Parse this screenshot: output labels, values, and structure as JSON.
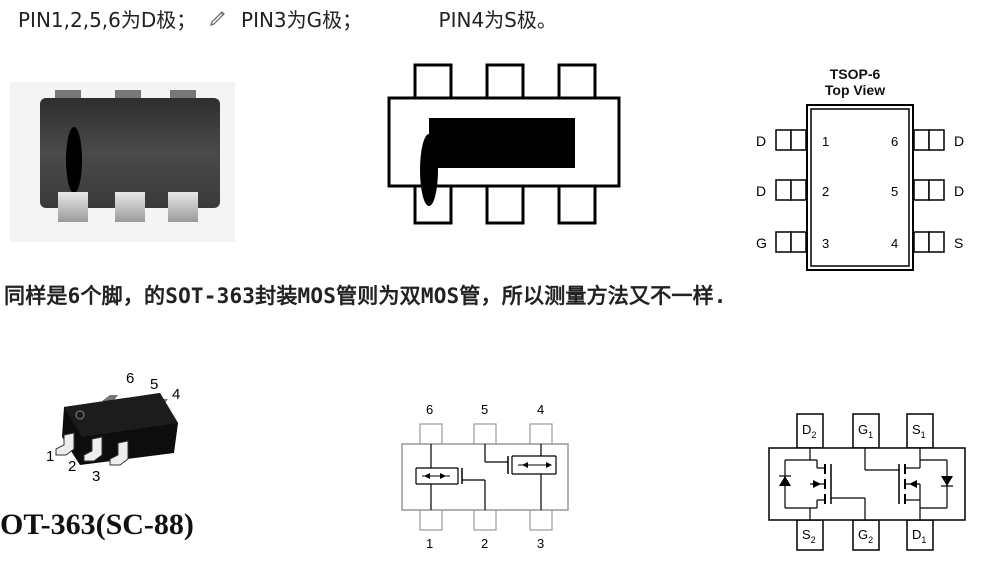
{
  "header": {
    "part1": "PIN1,2,5,6为D极；",
    "part2": "PIN3为G极；",
    "part3": "PIN4为S极。"
  },
  "sentence": "同样是6个脚，的SOT-363封装MOS管则为双MOS管，所以测量方法又不一样.",
  "tsop6": {
    "title_line1": "TSOP-6",
    "title_line2": "Top View",
    "left_pins": [
      {
        "label": "D",
        "num": "1"
      },
      {
        "label": "D",
        "num": "2"
      },
      {
        "label": "G",
        "num": "3"
      }
    ],
    "right_pins": [
      {
        "label": "D",
        "num": "6"
      },
      {
        "label": "D",
        "num": "5"
      },
      {
        "label": "S",
        "num": "4"
      }
    ]
  },
  "sot363_photo": {
    "top_numbers": [
      "6",
      "5",
      "4"
    ],
    "bottom_numbers": [
      "1",
      "2",
      "3"
    ],
    "package_name": "OT-363(SC-88)"
  },
  "dual_mos_schematic": {
    "top_numbers": [
      "6",
      "5",
      "4"
    ],
    "bottom_numbers": [
      "1",
      "2",
      "3"
    ]
  },
  "dual_mos_pins": {
    "top": [
      {
        "main": "D",
        "sub": "2"
      },
      {
        "main": "G",
        "sub": "1"
      },
      {
        "main": "S",
        "sub": "1"
      }
    ],
    "bottom": [
      {
        "main": "S",
        "sub": "2"
      },
      {
        "main": "G",
        "sub": "2"
      },
      {
        "main": "D",
        "sub": "1"
      }
    ]
  },
  "colors": {
    "chip_body": "#3d3d3d",
    "pin_metal": "#c9c9c9",
    "outline": "#000000",
    "grey_line": "#9a9a9a"
  }
}
